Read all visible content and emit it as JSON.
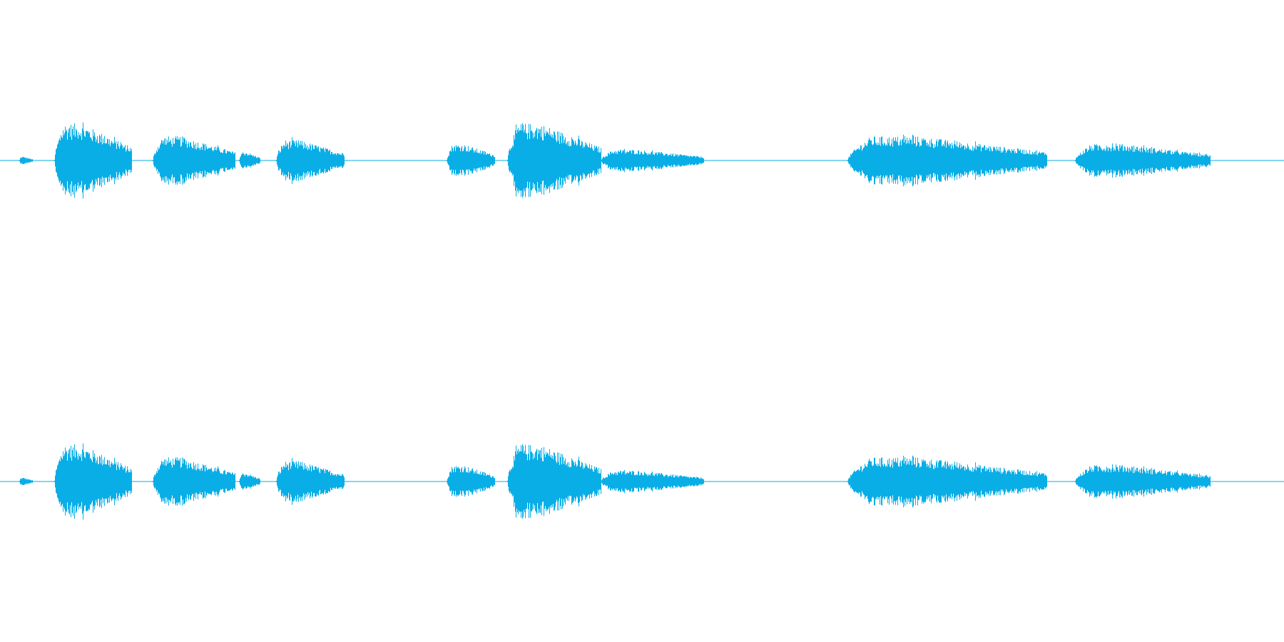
{
  "waveform": {
    "color": "#0aaee6",
    "channel_count": 2,
    "segments": [
      {
        "start": 0.015,
        "end": 0.025,
        "peak": 0.1
      },
      {
        "start": 0.042,
        "end": 0.102,
        "peak": 0.95
      },
      {
        "start": 0.119,
        "end": 0.183,
        "peak": 0.62
      },
      {
        "start": 0.186,
        "end": 0.202,
        "peak": 0.22
      },
      {
        "start": 0.215,
        "end": 0.268,
        "peak": 0.52
      },
      {
        "start": 0.348,
        "end": 0.385,
        "peak": 0.42
      },
      {
        "start": 0.395,
        "end": 0.468,
        "peak": 0.95
      },
      {
        "start": 0.468,
        "end": 0.548,
        "peak": 0.28
      },
      {
        "start": 0.66,
        "end": 0.815,
        "peak": 0.62
      },
      {
        "start": 0.837,
        "end": 0.942,
        "peak": 0.42
      }
    ]
  }
}
